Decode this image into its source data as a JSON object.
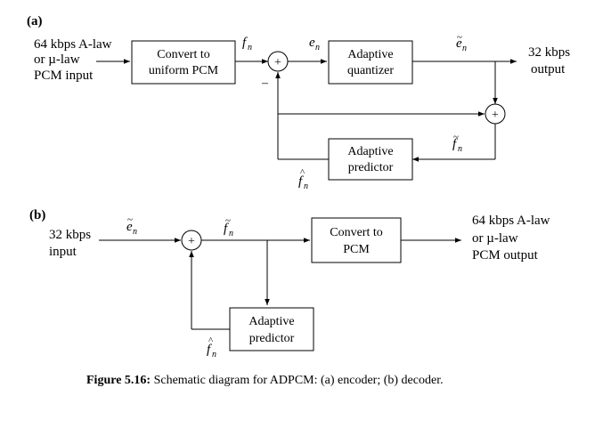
{
  "encoder": {
    "panel_label": "(a)",
    "input_label": [
      "64 kbps A-law",
      "or µ-law",
      "PCM input"
    ],
    "convert_box": [
      "Convert to",
      "uniform PCM"
    ],
    "quantizer_box": [
      "Adaptive",
      "quantizer"
    ],
    "predictor_box": [
      "Adaptive",
      "predictor"
    ],
    "output_label": [
      "32 kbps",
      "output"
    ],
    "sum_symbol": "+",
    "minus_sign": "–",
    "signals": {
      "f": {
        "base": "f",
        "sub": "n",
        "accent": ""
      },
      "e": {
        "base": "e",
        "sub": "n",
        "accent": ""
      },
      "e_tilde": {
        "base": "e",
        "sub": "n",
        "accent": "~"
      },
      "f_tilde": {
        "base": "f",
        "sub": "n",
        "accent": "~"
      },
      "f_hat": {
        "base": "f",
        "sub": "n",
        "accent": "^"
      }
    }
  },
  "decoder": {
    "panel_label": "(b)",
    "input_label": [
      "32 kbps",
      "input"
    ],
    "convert_box": [
      "Convert to",
      "PCM"
    ],
    "predictor_box": [
      "Adaptive",
      "predictor"
    ],
    "output_label": [
      "64 kbps A-law",
      "or µ-law",
      "PCM output"
    ],
    "sum_symbol": "+",
    "signals": {
      "e_tilde": {
        "base": "e",
        "sub": "n",
        "accent": "~"
      },
      "f_tilde": {
        "base": "f",
        "sub": "n",
        "accent": "~"
      },
      "f_hat": {
        "base": "f",
        "sub": "n",
        "accent": "^"
      }
    }
  },
  "caption": {
    "prefix": "Figure 5.16:",
    "text": " Schematic diagram for ADPCM: (a) encoder; (b) decoder."
  }
}
